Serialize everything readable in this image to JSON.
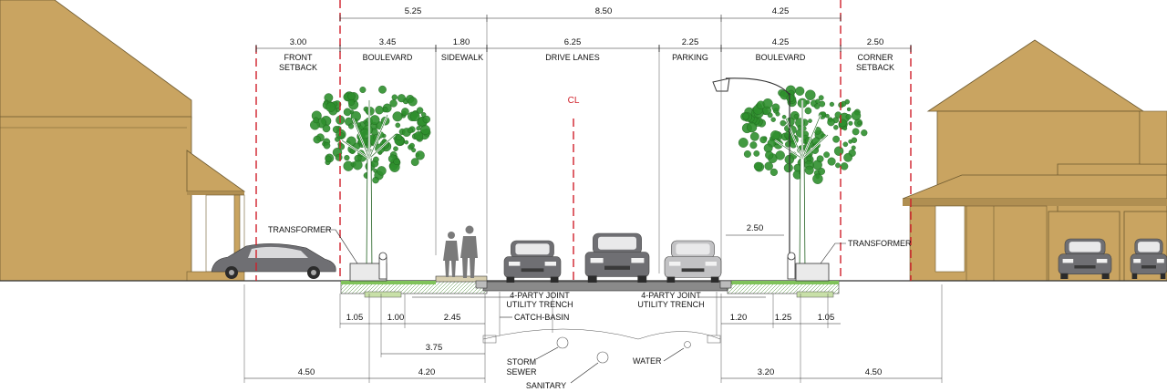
{
  "top_dimensions": {
    "left_rw": "5.25",
    "center_rw": "8.50",
    "right_rw": "4.25"
  },
  "zone_widths": [
    "3.00",
    "3.45",
    "1.80",
    "6.25",
    "2.25",
    "4.25",
    "2.50"
  ],
  "zone_labels": {
    "front_setback_1": "FRONT",
    "front_setback_2": "SETBACK",
    "boulevard_left": "BOULEVARD",
    "sidewalk": "SIDEWALK",
    "drive_lanes": "DRIVE LANES",
    "parking": "PARKING",
    "boulevard_right": "BOULEVARD",
    "corner_setback_1": "CORNER",
    "corner_setback_2": "SETBACK"
  },
  "centerline_label": "CL",
  "callouts": {
    "transformer_left": "TRANSFORMER",
    "transformer_right": "TRANSFORMER",
    "trench_left_1": "4-PARTY JOINT",
    "trench_left_2": "UTILITY TRENCH",
    "trench_right_1": "4-PARTY JOINT",
    "trench_right_2": "UTILITY TRENCH",
    "catch_basin": "CATCH-BASIN",
    "storm_sewer_1": "STORM",
    "storm_sewer_2": "SEWER",
    "sanitary": "SANITARY",
    "water": "WATER",
    "light_offset": "2.50"
  },
  "bottom_dimensions": {
    "d105_left": "1.05",
    "d100": "1.00",
    "d245": "2.45",
    "d375": "3.75",
    "d450_left": "4.50",
    "d420": "4.20",
    "d120": "1.20",
    "d125": "1.25",
    "d105_right": "1.05",
    "d320": "3.20",
    "d450_right": "4.50"
  },
  "colors": {
    "house": "#c9a461",
    "house_line": "#6e5a30",
    "car_dark": "#6f6f73",
    "car_light": "#c2c2c4",
    "tree": "#2f8f2e",
    "trunk": "#ffffff",
    "red_line": "#d0202a",
    "grass": "#7fc35a"
  }
}
